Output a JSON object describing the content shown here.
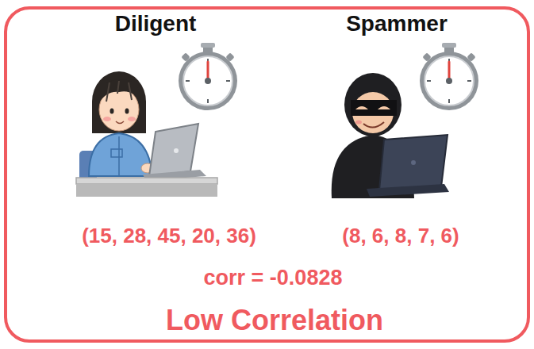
{
  "diagram": {
    "nodes": [
      {
        "text": [
          "Diligent",
          "Spammer",
          "(15, 28, 45, 20, 36)",
          "(8, 6, 8, 7, 6)",
          "corr = -0.0828",
          "Low Correlation"
        ]
      }
    ]
  }
}
